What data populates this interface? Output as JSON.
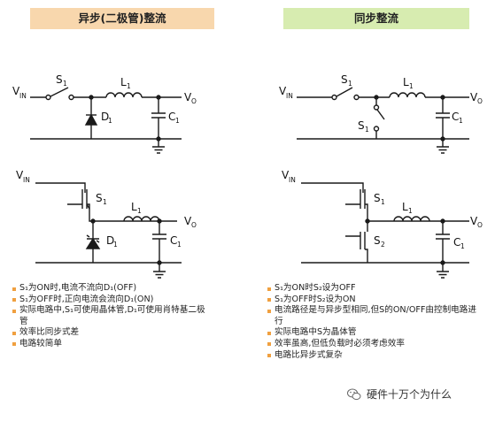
{
  "headers": {
    "left": "异步(二极管)整流",
    "right": "同步整流"
  },
  "labels": {
    "vin_main": "V",
    "vin_sub": "IN",
    "vo_main": "V",
    "vo_sub": "O",
    "s_main": "S",
    "l_main": "L",
    "c_main": "C",
    "d_main": "D",
    "sub_one": "1",
    "sub_two": "2"
  },
  "left_notes": [
    "S₁为ON时,电流不流向D₁(OFF)",
    "S₁为OFF时,正向电流会流向D₁(ON)",
    "实际电路中,S₁可使用晶体管,D₁可使用肖特基二极管",
    "效率比同步式差",
    "电路较简单"
  ],
  "right_notes": [
    "S₁为ON时S₂设为OFF",
    "S₁为OFF时S₂设为ON",
    "电流路径是与异步型相同,但S的ON/OFF由控制电路进行",
    "实际电路中S为晶体管",
    "效率虽高,但低负载时必须考虑效率",
    "电路比异步式复杂"
  ],
  "watermark": "硬件十万个为什么",
  "colors": {
    "left_header": "#f8d7ad",
    "right_header": "#d7ecb0",
    "bullet": "#f0a040"
  }
}
